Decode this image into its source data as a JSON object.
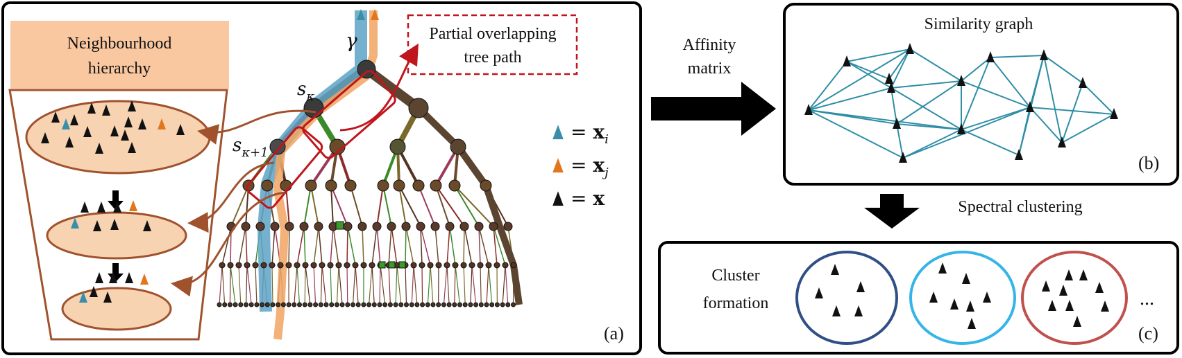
{
  "panel_a": {
    "hierarchy_title_line1": "Neighbourhood",
    "hierarchy_title_line2": "hierarchy",
    "partial_line1": "Partial overlapping",
    "partial_line2": "tree path",
    "gamma": "γ",
    "s_kappa_base": "s",
    "s_kappa_sub": "κ",
    "s_kappa1_base": "s",
    "s_kappa1_sub": "κ+1",
    "legend": [
      {
        "eq": "= ",
        "sym": "x",
        "sub": "i",
        "color": "#3a8ea8"
      },
      {
        "eq": "= ",
        "sym": "x",
        "sub": "j",
        "color": "#e2761d"
      },
      {
        "eq": "= ",
        "sym": "x",
        "sub": "",
        "color": "#111111"
      }
    ],
    "label": "(a)"
  },
  "arrow_label_line1": "Affinity",
  "arrow_label_line2": "matrix",
  "panel_b": {
    "title": "Similarity graph",
    "label": "(b)"
  },
  "spectral_label": "Spectral clustering",
  "panel_c": {
    "title_line1": "Cluster",
    "title_line2": "formation",
    "ellipsis": "...",
    "label": "(c)",
    "cluster_colors": [
      "#2f4f86",
      "#35b4e8",
      "#c0504d"
    ]
  },
  "colors": {
    "blue_point": "#3a8ea8",
    "orange_point": "#e2761d",
    "ellipse_fill": "#f7d3b2",
    "ellipse_stroke": "#a0522d",
    "red_outline": "#c0151d",
    "graph_edge": "#2e8ea6",
    "header_fill": "#f9c8a0"
  }
}
